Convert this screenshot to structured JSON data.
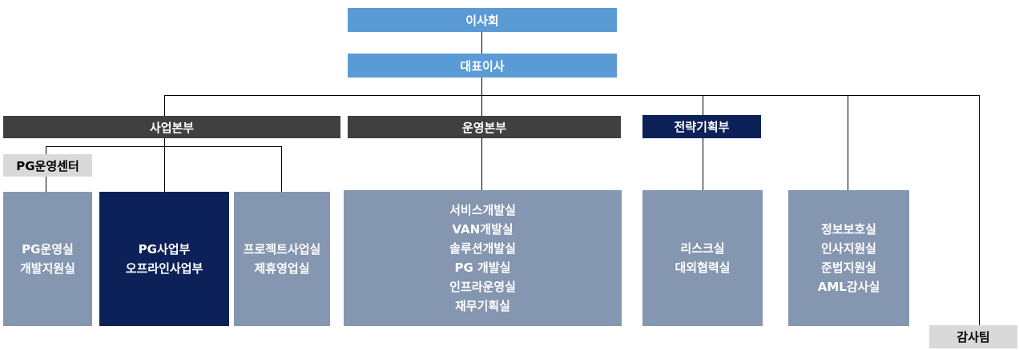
{
  "colors": {
    "board": "#5b9bd5",
    "division": "#404040",
    "strategy": "#0d2159",
    "unit": "#8496b0",
    "tag": "#d9d9d9",
    "connector": "#000000"
  },
  "org": {
    "board": "이사회",
    "ceo": "대표이사",
    "business_division": "사업본부",
    "operations_division": "운영본부",
    "strategy_division": "전략기획부",
    "pg_center": "PG운영센터",
    "audit_team": "감사팀",
    "business_units": {
      "pg_ops": [
        "PG운영실",
        "개발지원실"
      ],
      "pg_business": [
        "PG사업부",
        "오프라인사업부"
      ],
      "projects": [
        "프로젝트사업실",
        "제휴영업실"
      ]
    },
    "operations_units": [
      "서비스개발실",
      "VAN개발실",
      "솔루션개발실",
      "PG 개발실",
      "인프라운영실",
      "재무기획실"
    ],
    "strategy_units": [
      "리스크실",
      "대외협력실"
    ],
    "support_units": [
      "정보보호실",
      "인사지원실",
      "준법지원실",
      "AML감사실"
    ]
  }
}
